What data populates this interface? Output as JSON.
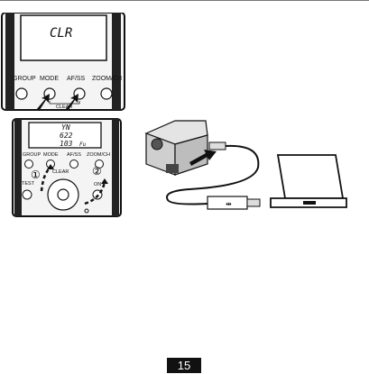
{
  "figure1": {
    "lcd_text": "CLR",
    "buttons": [
      "GROUP",
      "MODE",
      "AF/SS",
      "ZOOM/CH"
    ],
    "clear_label": "CLEAR"
  },
  "figure2": {
    "lcd_lines": [
      "YN",
      "622",
      "103"
    ],
    "lcd_unit": "Fu",
    "buttons": [
      "GROUP",
      "MODE",
      "AF/SS",
      "ZOOM/CH"
    ],
    "clear_label": "CLEAR",
    "test_label": "TEST",
    "on_label": "ON",
    "step_markers": [
      "①",
      "②"
    ]
  },
  "page_number": "15"
}
